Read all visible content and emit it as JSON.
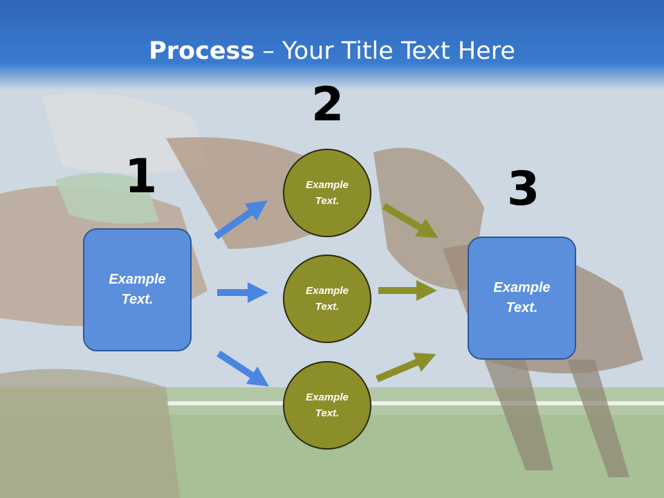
{
  "title": {
    "bold": "Process",
    "rest": " – Your Title Text Here"
  },
  "steps": {
    "one": "1",
    "two": "2",
    "three": "3"
  },
  "left_box": {
    "line1": "Example",
    "line2": "Text."
  },
  "right_box": {
    "line1": "Example",
    "line2": "Text."
  },
  "circles": [
    {
      "line1": "Example",
      "line2": "Text."
    },
    {
      "line1": "Example",
      "line2": "Text."
    },
    {
      "line1": "Example",
      "line2": "Text."
    }
  ],
  "colors": {
    "header": "#3a7bd0",
    "box_fill": "#5b8fdc",
    "circle_fill": "#8c8e2a",
    "blue_arrow": "#4a86e0",
    "olive_arrow": "#8c8e2a"
  }
}
